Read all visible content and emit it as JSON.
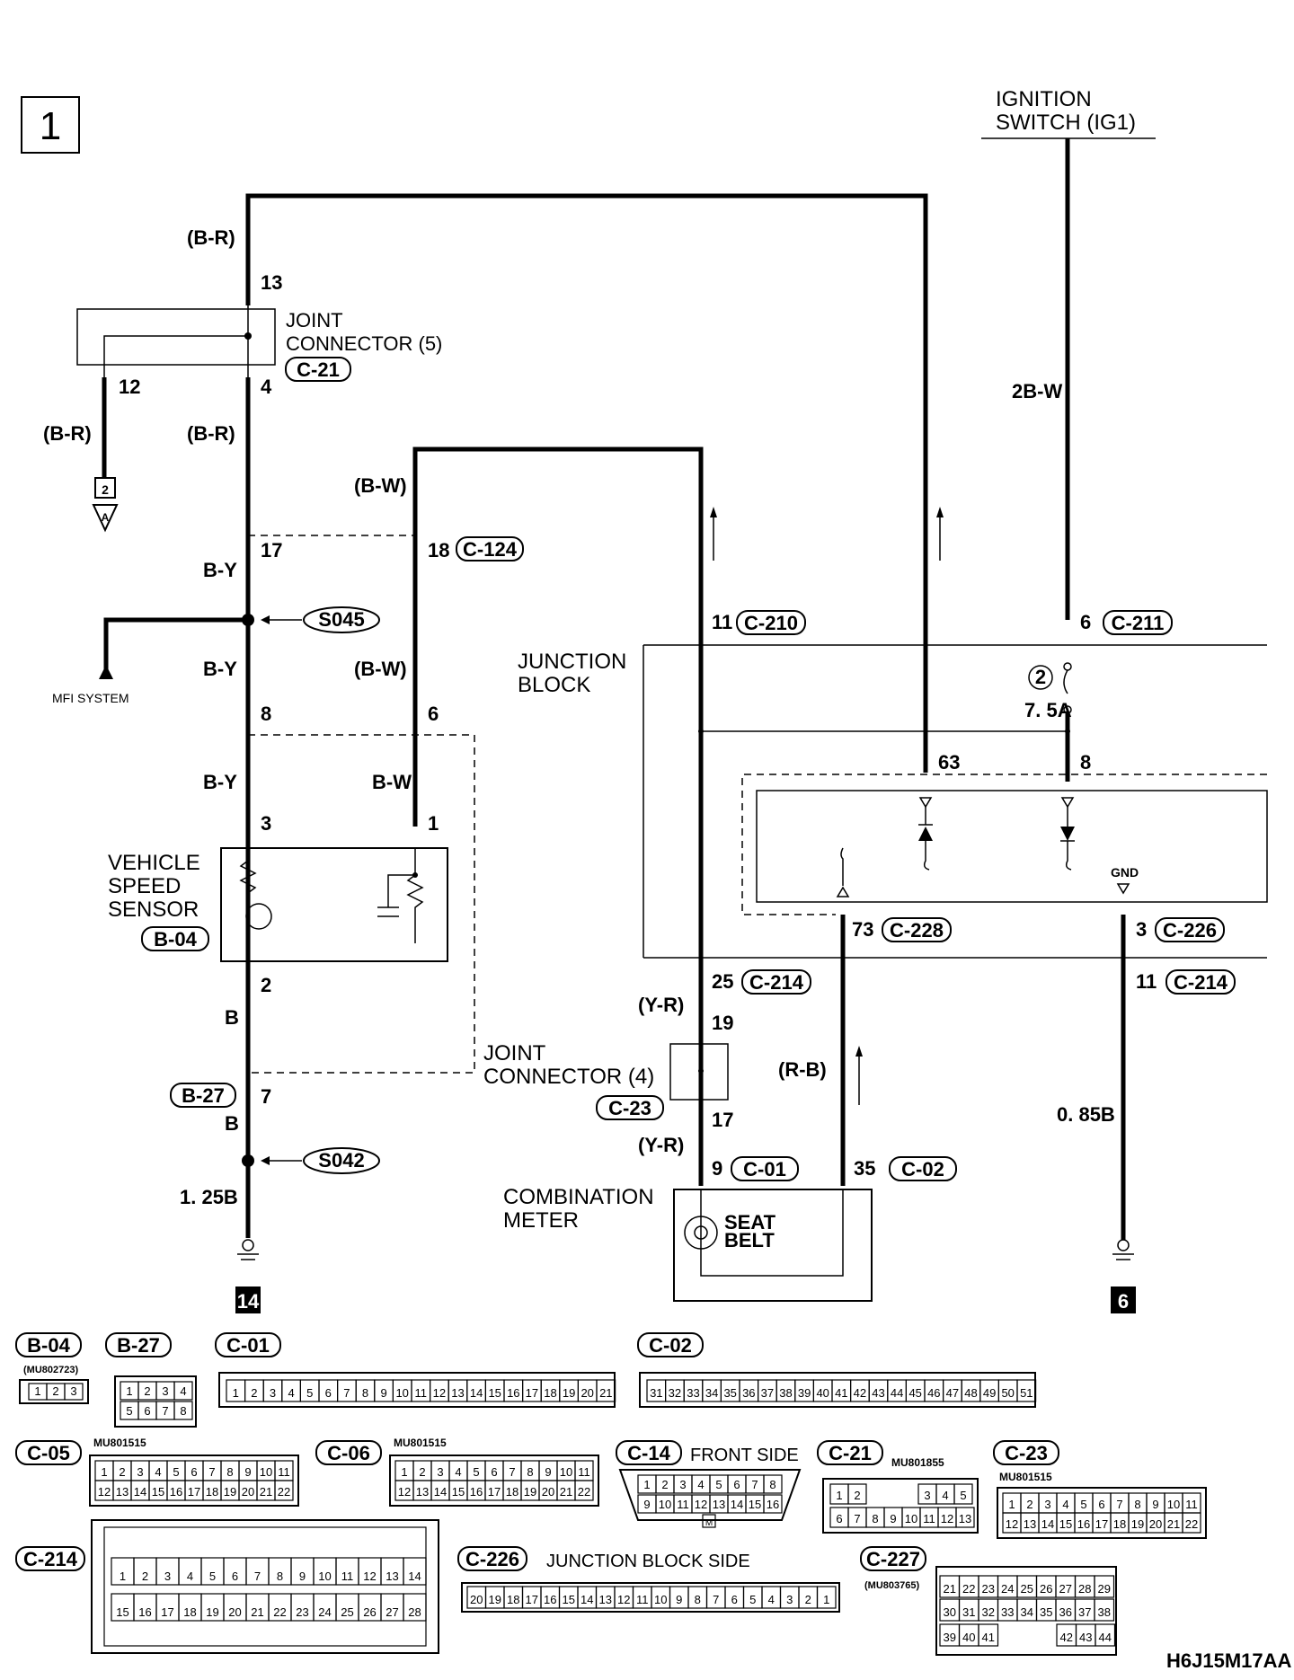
{
  "page": {
    "number": "1",
    "code": "H6J15M17AA"
  },
  "ignition": {
    "line1": "IGNITION",
    "line2": "SWITCH (IG1)",
    "wire": "2B-W"
  },
  "jc5": {
    "line1": "JOINT",
    "line2": "CONNECTOR (5)",
    "conn": "C-21",
    "pin_top": "13",
    "pin_left": "12",
    "pin_bottom": "4",
    "wire_top": "(B-R)",
    "wire_left": "(B-R)",
    "wire_bottom": "(B-R)",
    "ref_num": "2",
    "ref_letter": "A"
  },
  "splice1": {
    "id": "S045",
    "pin17": "17",
    "pin18": "18",
    "conn": "C-124",
    "wire_a": "B-Y",
    "wire_b": "(B-W)",
    "wire_c": "B-Y",
    "wire_d": "(B-W)"
  },
  "mfi": "MFI SYSTEM",
  "vss": {
    "line1": "VEHICLE",
    "line2": "SPEED",
    "line3": "SENSOR",
    "conn": "B-04",
    "pin8": "8",
    "pin6": "6",
    "wire_by": "B-Y",
    "wire_bw": "B-W",
    "pin3": "3",
    "pin1": "1",
    "pin2": "2",
    "wire_b": "B"
  },
  "ground_left": {
    "conn": "B-27",
    "pin": "7",
    "wire": "B",
    "splice": "S042",
    "gauge": "1. 25B",
    "ground_no": "14"
  },
  "junction_block": {
    "line1": "JUNCTION",
    "line2": "BLOCK",
    "pin11": "11",
    "conn_c210": "C-210",
    "pin6": "6",
    "conn_c211": "C-211",
    "fuse_no": "2",
    "fuse_rating": "7. 5A",
    "pin63": "63",
    "pin8": "8",
    "gnd": "GND",
    "pin73": "73",
    "conn_c228": "C-228",
    "pin3": "3",
    "conn_c226": "C-226",
    "pin25": "25",
    "conn_c214a": "C-214",
    "pin11b": "11",
    "conn_c214b": "C-214"
  },
  "jc4": {
    "line1": "JOINT",
    "line2": "CONNECTOR (4)",
    "conn": "C-23",
    "wire_top": "(Y-R)",
    "pin19": "19",
    "pin17": "17",
    "wire_bottom": "(Y-R)"
  },
  "meter": {
    "line1": "COMBINATION",
    "line2": "METER",
    "pin9": "9",
    "conn_c01": "C-01",
    "pin35": "35",
    "conn_c02": "C-02",
    "wire_rb": "(R-B)",
    "seat1": "SEAT",
    "seat2": "BELT"
  },
  "ground_right": {
    "gauge": "0. 85B",
    "ground_no": "6"
  },
  "connectors": {
    "b04": {
      "name": "B-04",
      "part": "(MU802723)",
      "pins": [
        "1",
        "2",
        "3"
      ]
    },
    "b27": {
      "name": "B-27",
      "pins_top": [
        "1",
        "2",
        "3",
        "4"
      ],
      "pins_bottom": [
        "5",
        "6",
        "7",
        "8"
      ]
    },
    "c01": {
      "name": "C-01",
      "pins": [
        "1",
        "2",
        "3",
        "4",
        "5",
        "6",
        "7",
        "8",
        "9",
        "10",
        "11",
        "12",
        "13",
        "14",
        "15",
        "16",
        "17",
        "18",
        "19",
        "20",
        "21"
      ]
    },
    "c02": {
      "name": "C-02",
      "pins": [
        "31",
        "32",
        "33",
        "34",
        "35",
        "36",
        "37",
        "38",
        "39",
        "40",
        "41",
        "42",
        "43",
        "44",
        "45",
        "46",
        "47",
        "48",
        "49",
        "50",
        "51"
      ]
    },
    "c05": {
      "name": "C-05",
      "part": "MU801515",
      "top": [
        "1",
        "2",
        "3",
        "4",
        "5",
        "6",
        "7",
        "8",
        "9",
        "10",
        "11"
      ],
      "bottom": [
        "12",
        "13",
        "14",
        "15",
        "16",
        "17",
        "18",
        "19",
        "20",
        "21",
        "22"
      ]
    },
    "c06": {
      "name": "C-06",
      "part": "MU801515",
      "top": [
        "1",
        "2",
        "3",
        "4",
        "5",
        "6",
        "7",
        "8",
        "9",
        "10",
        "11"
      ],
      "bottom": [
        "12",
        "13",
        "14",
        "15",
        "16",
        "17",
        "18",
        "19",
        "20",
        "21",
        "22"
      ]
    },
    "c14": {
      "name": "C-14",
      "side": "FRONT SIDE",
      "top": [
        "1",
        "2",
        "3",
        "4",
        "5",
        "6",
        "7",
        "8"
      ],
      "bottom": [
        "9",
        "10",
        "11",
        "12",
        "13",
        "14",
        "15",
        "16"
      ],
      "key": "M"
    },
    "c21": {
      "name": "C-21",
      "part": "MU801855",
      "top_left": [
        "1",
        "2"
      ],
      "top_right": [
        "3",
        "4",
        "5"
      ],
      "bottom": [
        "6",
        "7",
        "8",
        "9",
        "10",
        "11",
        "12",
        "13"
      ]
    },
    "c23": {
      "name": "C-23",
      "part": "MU801515",
      "top": [
        "1",
        "2",
        "3",
        "4",
        "5",
        "6",
        "7",
        "8",
        "9",
        "10",
        "11"
      ],
      "bottom": [
        "12",
        "13",
        "14",
        "15",
        "16",
        "17",
        "18",
        "19",
        "20",
        "21",
        "22"
      ]
    },
    "c214": {
      "name": "C-214",
      "top": [
        "1",
        "2",
        "3",
        "4",
        "5",
        "6",
        "7",
        "8",
        "9",
        "10",
        "11",
        "12",
        "13",
        "14"
      ],
      "bottom": [
        "15",
        "16",
        "17",
        "18",
        "19",
        "20",
        "21",
        "22",
        "23",
        "24",
        "25",
        "26",
        "27",
        "28"
      ]
    },
    "c226": {
      "name": "C-226",
      "side": "JUNCTION BLOCK SIDE",
      "pins": [
        "20",
        "19",
        "18",
        "17",
        "16",
        "15",
        "14",
        "13",
        "12",
        "11",
        "10",
        "9",
        "8",
        "7",
        "6",
        "5",
        "4",
        "3",
        "2",
        "1"
      ]
    },
    "c227": {
      "name": "C-227",
      "part": "(MU803765)",
      "row1": [
        "21",
        "22",
        "23",
        "24",
        "25",
        "26",
        "27",
        "28",
        "29"
      ],
      "row2": [
        "30",
        "31",
        "32",
        "33",
        "34",
        "35",
        "36",
        "37",
        "38"
      ],
      "row3a": [
        "39",
        "40",
        "41"
      ],
      "row3b": [
        "42",
        "43",
        "44"
      ]
    }
  }
}
